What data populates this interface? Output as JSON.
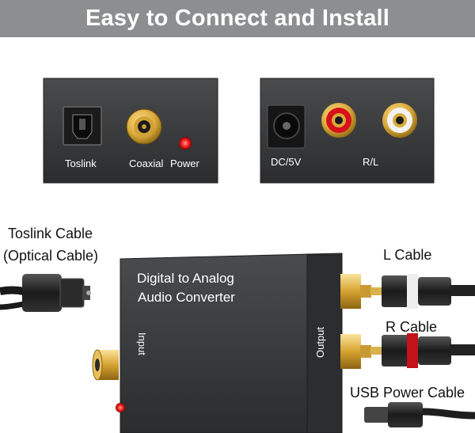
{
  "banner": {
    "title": "Easy to Connect and Install"
  },
  "panel_left": {
    "labels": [
      "Toslink",
      "Coaxial",
      "Power"
    ]
  },
  "panel_right": {
    "labels": [
      "DC/5V",
      "R/L"
    ]
  },
  "converter": {
    "title_line1": "Digital to Analog",
    "title_line2": "Audio Converter",
    "input_label": "Input",
    "output_label": "Output"
  },
  "cables": {
    "toslink_line1": "Toslink Cable",
    "toslink_line2": "(Optical Cable)",
    "l_cable": "L Cable",
    "r_cable": "R Cable",
    "usb_power": "USB Power Cable"
  },
  "colors": {
    "banner": "#8d8e8f",
    "gold": "#d9a93a",
    "rca_red": "#d8101a",
    "led": "#ff2a2a"
  }
}
